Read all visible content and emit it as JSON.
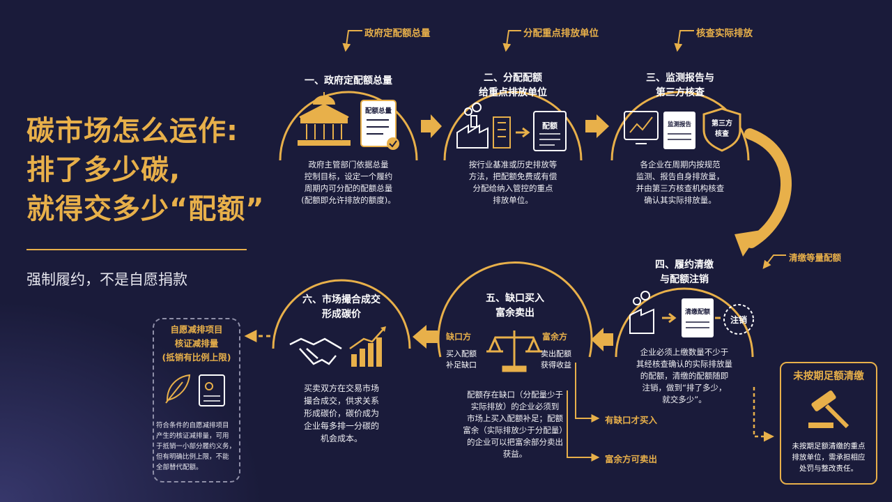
{
  "title_lines": [
    "碳市场怎么运作:",
    "排了多少碳,",
    "就得交多少“配额”"
  ],
  "subtitle": "强制履约，不是自愿捐款",
  "colors": {
    "background": "#1a1b3a",
    "accent": "#e8b04a",
    "text": "#ffffff"
  },
  "top_labels": [
    "政府定配额总量",
    "分配重点排放单位",
    "核查实际排放"
  ],
  "steps": [
    {
      "title_lines": [
        "一、政府定配额总量"
      ],
      "icon_labels": [
        "配额总量"
      ],
      "desc_lines": [
        "政府主管部门依据总量",
        "控制目标，设定一个履约",
        "周期内可分配的配额总量",
        "(配额即允许排放的额度)。"
      ]
    },
    {
      "title_lines": [
        "二、分配配额",
        "给重点排放单位"
      ],
      "icon_labels": [
        "配额"
      ],
      "desc_lines": [
        "按行业基准或历史排放等",
        "方法，把配额免费或有偿",
        "分配给纳入管控的重点",
        "排放单位。"
      ]
    },
    {
      "title_lines": [
        "三、监测报告与",
        "第三方核查"
      ],
      "icon_labels": [
        "监测报告",
        "第三方",
        "核查"
      ],
      "desc_lines": [
        "各企业在周期内按规范",
        "监测、报告自身排放量，",
        "并由第三方核查机构核查",
        "确认其实际排放量。"
      ]
    },
    {
      "title_lines": [
        "四、履约清缴",
        "与配额注销"
      ],
      "side_label": "清缴等量配额",
      "icon_labels": [
        "清缴配额",
        "注销"
      ],
      "desc_lines": [
        "企业必须上缴数量不少于",
        "其经核查确认的实际排放量",
        "的配额，清缴的配额随即",
        "注销，做到“排了多少，",
        "就交多少”。"
      ]
    },
    {
      "title_lines": [
        "五、缺口买入",
        "富余卖出"
      ],
      "left_label": "缺口方",
      "left_desc": [
        "买入配额",
        "补足缺口"
      ],
      "right_label": "富余方",
      "right_desc": [
        "卖出配额",
        "获得收益"
      ],
      "desc_lines": [
        "配额存在缺口（分配量少于",
        "实际排放）的企业必须到",
        "市场上买入配额补足；配额",
        "富余（实际排放少于分配量）",
        "的企业可以把富余部分卖出",
        "获益。"
      ]
    },
    {
      "title_lines": [
        "六、市场撮合成交",
        "形成碳价"
      ],
      "desc_lines": [
        "买卖双方在交易市场",
        "撮合成交，供求关系",
        "形成碳价，碳价成为",
        "企业每多排一分碳的",
        "机会成本。"
      ]
    }
  ],
  "branch_labels": [
    "有缺口才买入",
    "富余方可卖出"
  ],
  "offset": {
    "title_lines": [
      "自愿减排项目",
      "核证减排量",
      "(抵销有比例上限)"
    ],
    "desc_lines": [
      "符合条件的自愿减排项目",
      "产生的核证减排量，可用",
      "于抵销一小部分履约义务，",
      "但有明确比例上限，不能",
      "全部替代配额。"
    ]
  },
  "penalty": {
    "title": "未按期足额清缴",
    "desc_lines": [
      "未按期足额清缴的重点",
      "排放单位，需承担相应",
      "处罚与整改责任。"
    ]
  }
}
